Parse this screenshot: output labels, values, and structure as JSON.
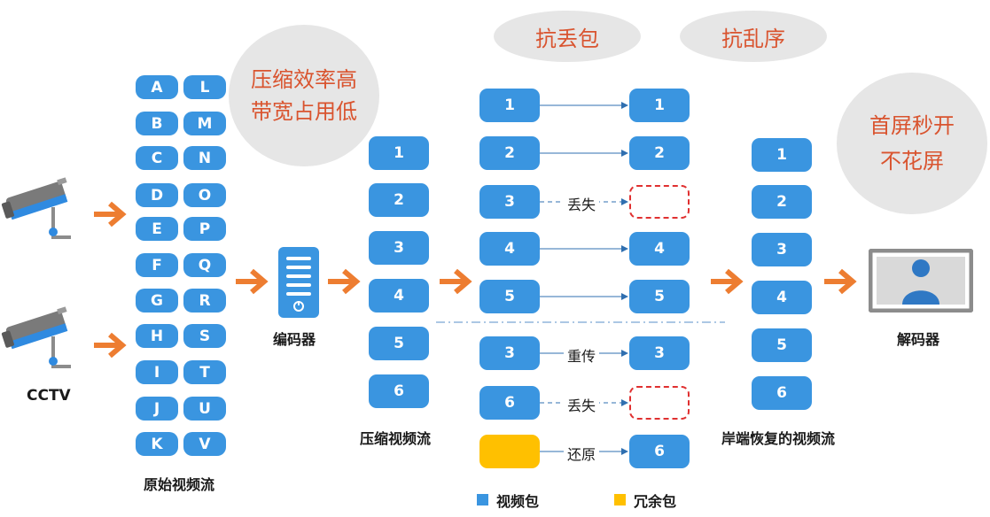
{
  "bubbles": {
    "compression": [
      "压缩效率高",
      "带宽占用低"
    ],
    "anti_loss": "抗丢包",
    "anti_disorder": "抗乱序",
    "first_screen": [
      "首屏秒开",
      "不花屏"
    ]
  },
  "source": {
    "camera_label": "CCTV",
    "stream_label": "原始视频流",
    "keys_left": [
      "A",
      "B",
      "C",
      "D",
      "E",
      "F",
      "G",
      "H",
      "I",
      "J",
      "K"
    ],
    "keys_right": [
      "L",
      "M",
      "N",
      "O",
      "P",
      "Q",
      "R",
      "S",
      "T",
      "U",
      "V"
    ]
  },
  "encoder": {
    "label": "编码器"
  },
  "compressed_stream": {
    "label": "压缩视频流",
    "packets": [
      "1",
      "2",
      "3",
      "4",
      "5",
      "6"
    ]
  },
  "transmission": {
    "send": [
      "1",
      "2",
      "3",
      "4",
      "5",
      "3",
      "6",
      ""
    ],
    "receive": [
      "1",
      "2",
      "",
      "4",
      "5",
      "3",
      "",
      "6"
    ],
    "events": {
      "lost": "丢失",
      "retransmit": "重传",
      "restore": "还原"
    }
  },
  "recovered_stream": {
    "label": "岸端恢复的视频流",
    "packets": [
      "1",
      "2",
      "3",
      "4",
      "5",
      "6"
    ]
  },
  "decoder": {
    "label": "解码器"
  },
  "legend": {
    "video_packet": "视频包",
    "redundant_packet": "冗余包",
    "video_color": "#3a95e0",
    "redundant_color": "#ffc000"
  },
  "colors": {
    "accent": "#ed7d31",
    "packet": "#3a95e0",
    "highlight_text": "#d9542f"
  }
}
